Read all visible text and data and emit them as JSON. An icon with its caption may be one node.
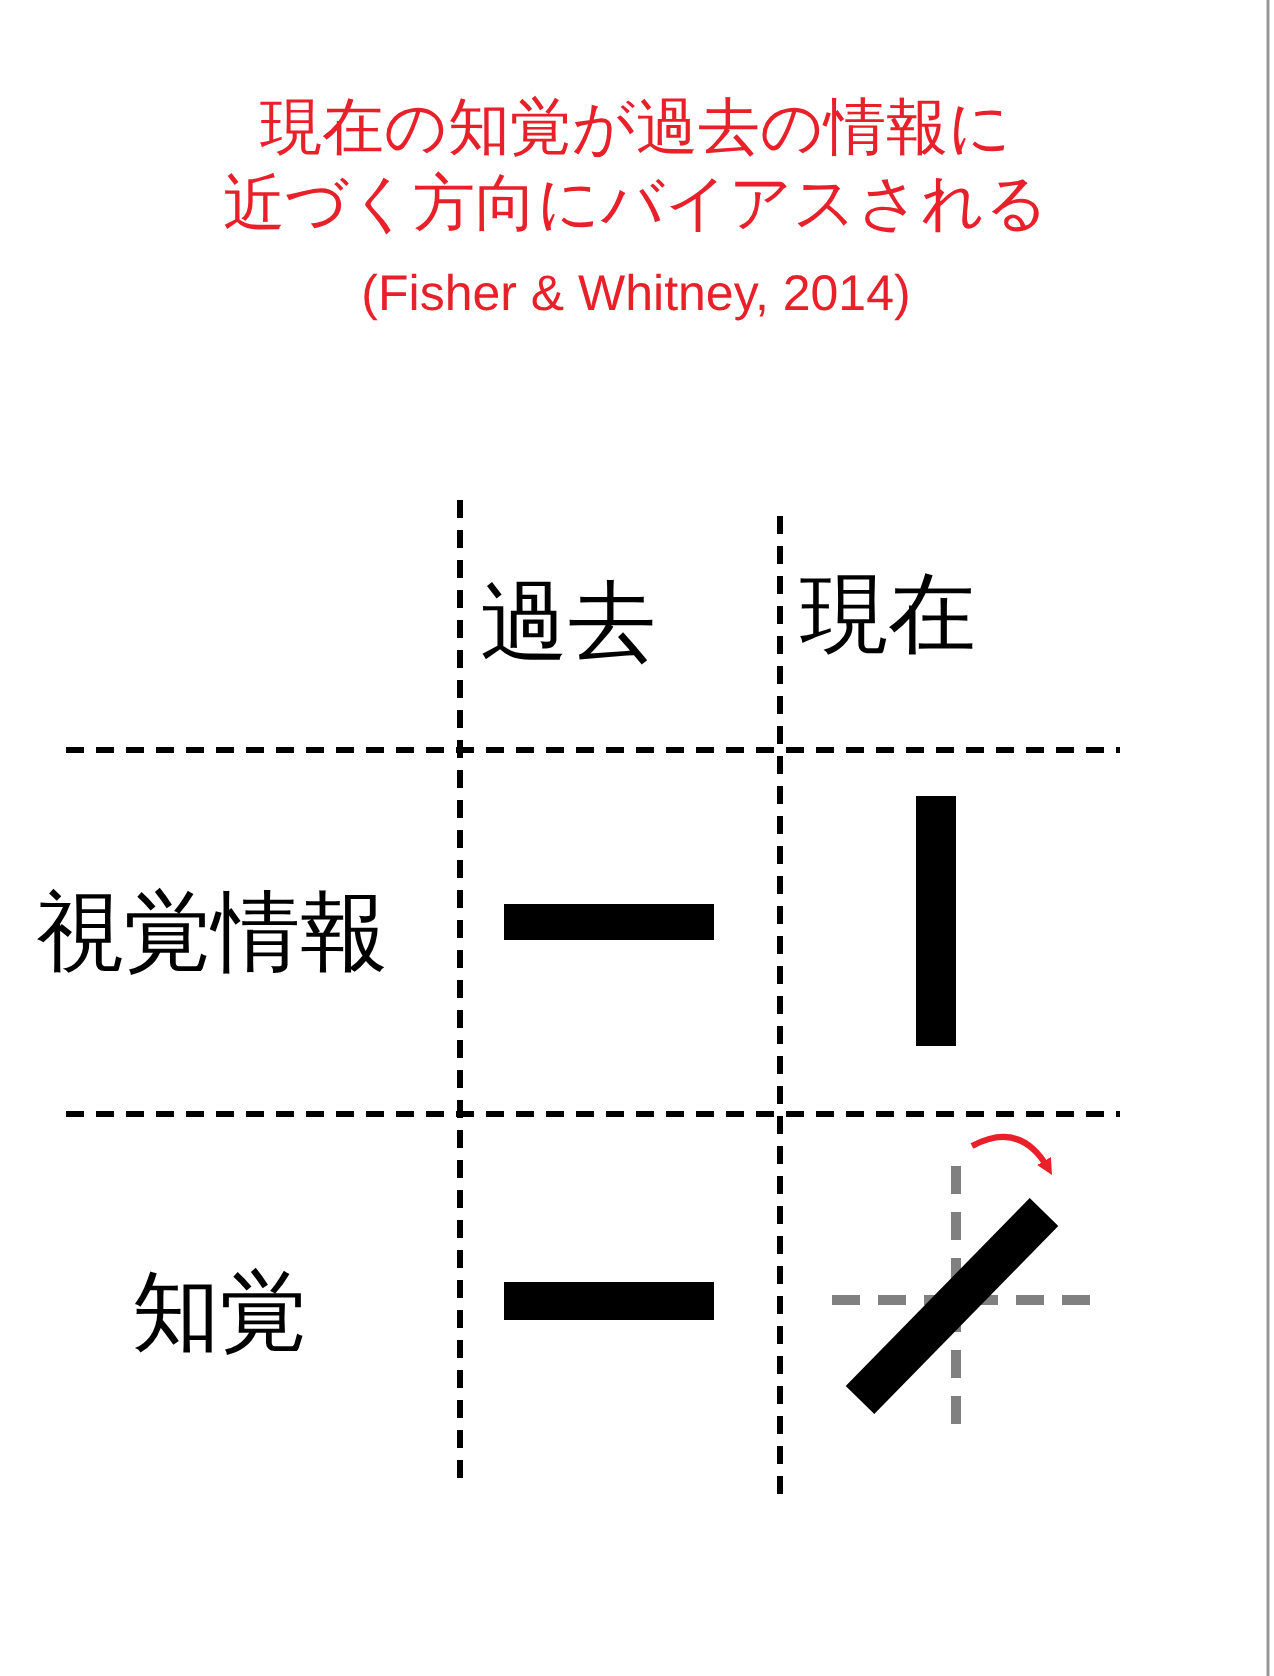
{
  "diagram": {
    "title": "現在の知覚が過去の情報に近づく方向にバイアスされる",
    "caption": "(Fisher & Whitney, 2014)",
    "labels": [
      "過去",
      "現在",
      "視覚情報",
      "知覚"
    ]
  }
}
